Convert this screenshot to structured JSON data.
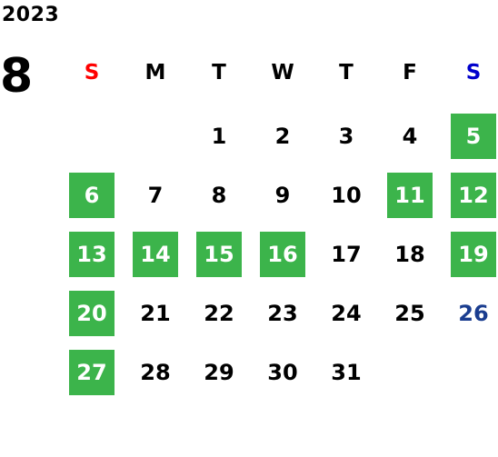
{
  "calendar": {
    "year": "2023",
    "month": "8",
    "weekdays": [
      {
        "label": "S",
        "color": "#ff0000"
      },
      {
        "label": "M",
        "color": "#000000"
      },
      {
        "label": "T",
        "color": "#000000"
      },
      {
        "label": "W",
        "color": "#000000"
      },
      {
        "label": "T",
        "color": "#000000"
      },
      {
        "label": "F",
        "color": "#000000"
      },
      {
        "label": "S",
        "color": "#0000cc"
      }
    ],
    "highlight_color": "#3cb44b",
    "weeks": [
      [
        null,
        null,
        {
          "day": "1"
        },
        {
          "day": "2"
        },
        {
          "day": "3"
        },
        {
          "day": "4"
        },
        {
          "day": "5",
          "highlight": true
        }
      ],
      [
        {
          "day": "6",
          "highlight": true
        },
        {
          "day": "7"
        },
        {
          "day": "8"
        },
        {
          "day": "9"
        },
        {
          "day": "10"
        },
        {
          "day": "11",
          "highlight": true
        },
        {
          "day": "12",
          "highlight": true
        }
      ],
      [
        {
          "day": "13",
          "highlight": true
        },
        {
          "day": "14",
          "highlight": true
        },
        {
          "day": "15",
          "highlight": true
        },
        {
          "day": "16",
          "highlight": true
        },
        {
          "day": "17"
        },
        {
          "day": "18"
        },
        {
          "day": "19",
          "highlight": true
        }
      ],
      [
        {
          "day": "20",
          "highlight": true
        },
        {
          "day": "21"
        },
        {
          "day": "22"
        },
        {
          "day": "23"
        },
        {
          "day": "24"
        },
        {
          "day": "25"
        },
        {
          "day": "26",
          "color": "#1a3d8f"
        }
      ],
      [
        {
          "day": "27",
          "highlight": true
        },
        {
          "day": "28"
        },
        {
          "day": "29"
        },
        {
          "day": "30"
        },
        {
          "day": "31"
        },
        null,
        null
      ]
    ]
  }
}
